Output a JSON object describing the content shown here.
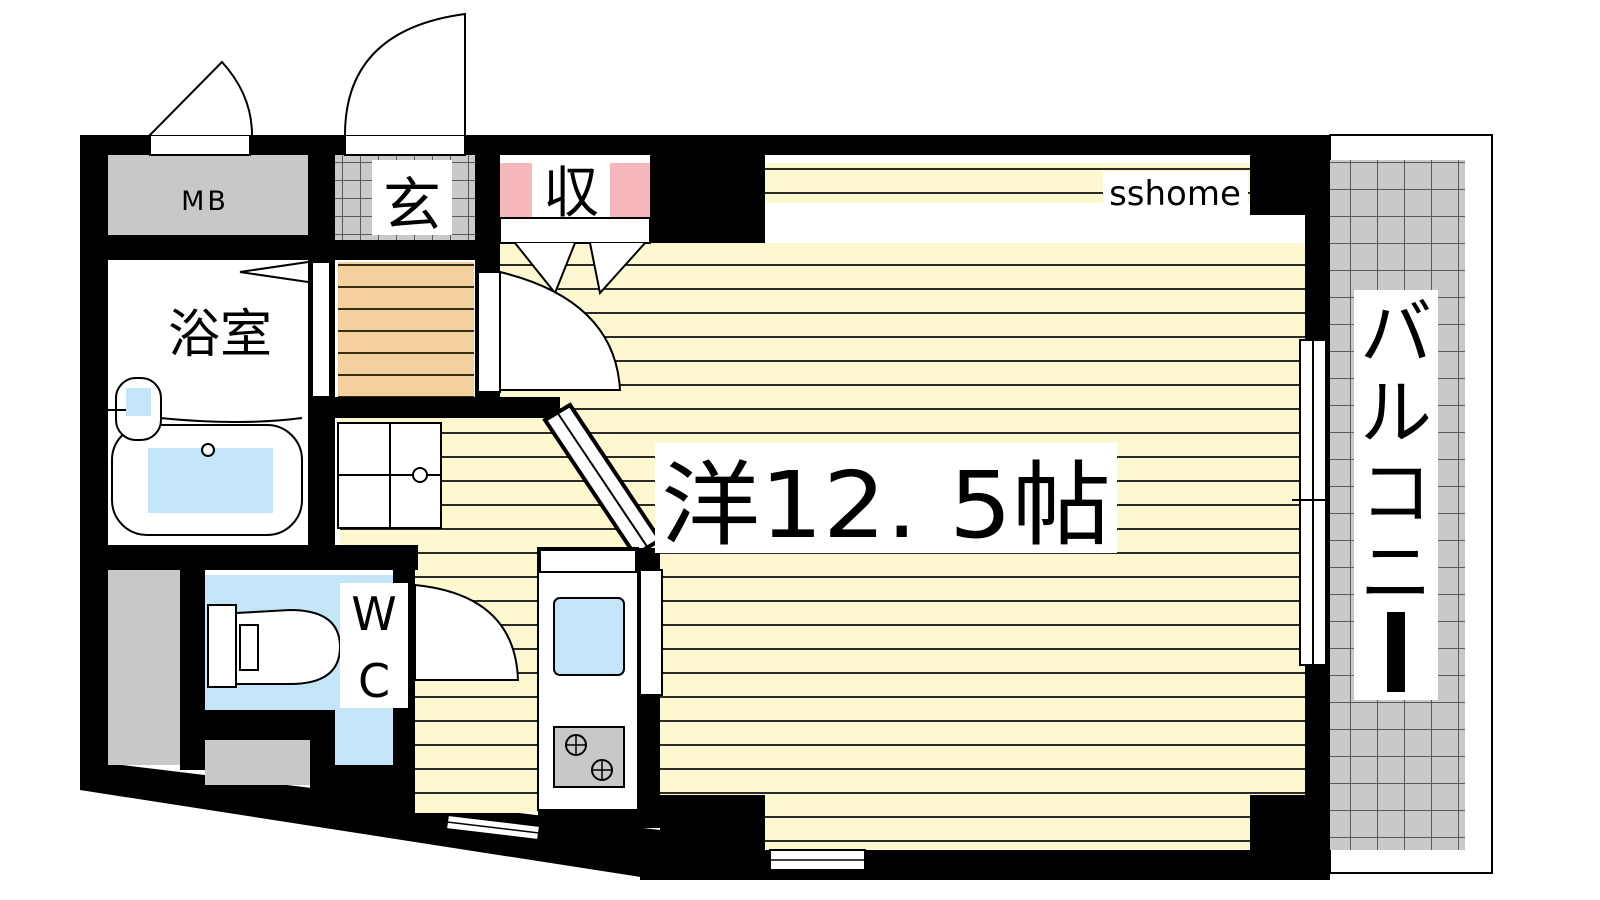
{
  "floorplan": {
    "rooms": {
      "meter_box": "MB",
      "entrance": "玄",
      "storage": "収",
      "bathroom": "浴室",
      "toilet_w": "W",
      "toilet_c": "C",
      "main_room": "洋12. 5帖",
      "balcony_chars": [
        "バ",
        "ル",
        "コ",
        "ニ",
        "ー"
      ]
    },
    "watermark": "sshome",
    "colors": {
      "wall": "#000000",
      "flooring": "#fdf8cf",
      "flooring_line": "#2b2b2b",
      "entrance_floor": "#f2cf9c",
      "storage": "#f6b7bd",
      "water": "#c2e6f7",
      "utility_gray": "#c8c8c8",
      "balcony_tile": "#c9c9c9"
    }
  }
}
